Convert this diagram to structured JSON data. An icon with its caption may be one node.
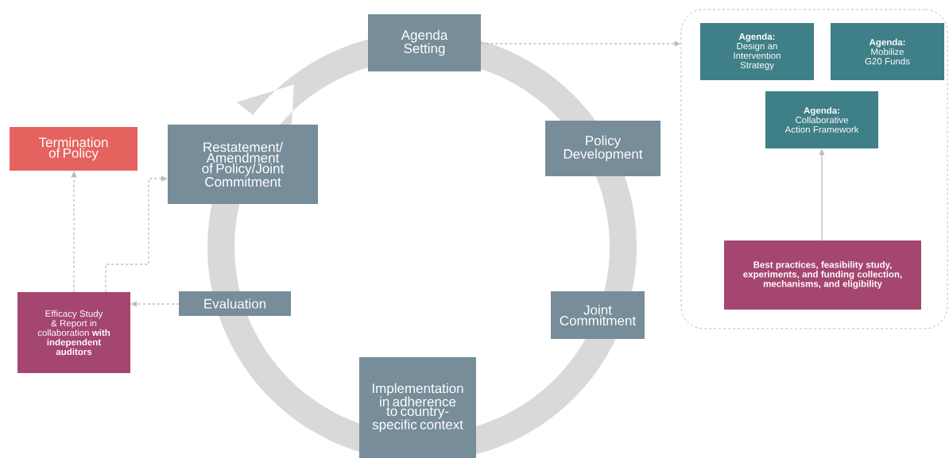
{
  "diagram": {
    "nodes": [
      {
        "text": [
          "Agenda Setting"
        ]
      },
      {
        "text": [
          "Policy Development"
        ]
      },
      {
        "text": [
          "Joint Commitment"
        ]
      },
      {
        "text": [
          "Implementation in adherence to country-specific context"
        ]
      },
      {
        "text": [
          "Evaluation"
        ]
      },
      {
        "text": [
          "Restatement/ Amendment of Policy/Joint Commitment"
        ]
      },
      {
        "text": [
          "Termination of Policy"
        ]
      },
      {
        "text": [
          "Efficacy Study & Report in collaboration **with independent auditors**"
        ]
      },
      {
        "text": [],
        "shape": "box"
      },
      {
        "text": [
          "Agenda:",
          "Design an Intervention Strategy"
        ],
        "in": 8
      },
      {
        "text": [
          "Agenda:",
          "Mobilize G20 Funds"
        ],
        "in": 8
      },
      {
        "text": [
          "Agenda:",
          "Collaborative Action Framework"
        ],
        "in": 8
      },
      {
        "text": [
          "Best practices, feasibility study, experiments, and funding collection, mechanisms, and eligibility"
        ],
        "in": 8
      }
    ],
    "edges": [
      {
        "from": 0,
        "to": 8,
        "arrow": "to",
        "style": "dashed"
      },
      {
        "from": 4,
        "to": 7,
        "arrow": "to",
        "style": "dashed"
      },
      {
        "from": 7,
        "to": 6,
        "arrow": "to",
        "style": "dashed"
      },
      {
        "from": 7,
        "to": 5,
        "arrow": "to",
        "style": "dashed"
      },
      {
        "from": 12,
        "to": 11,
        "arrow": "to"
      }
    ]
  }
}
